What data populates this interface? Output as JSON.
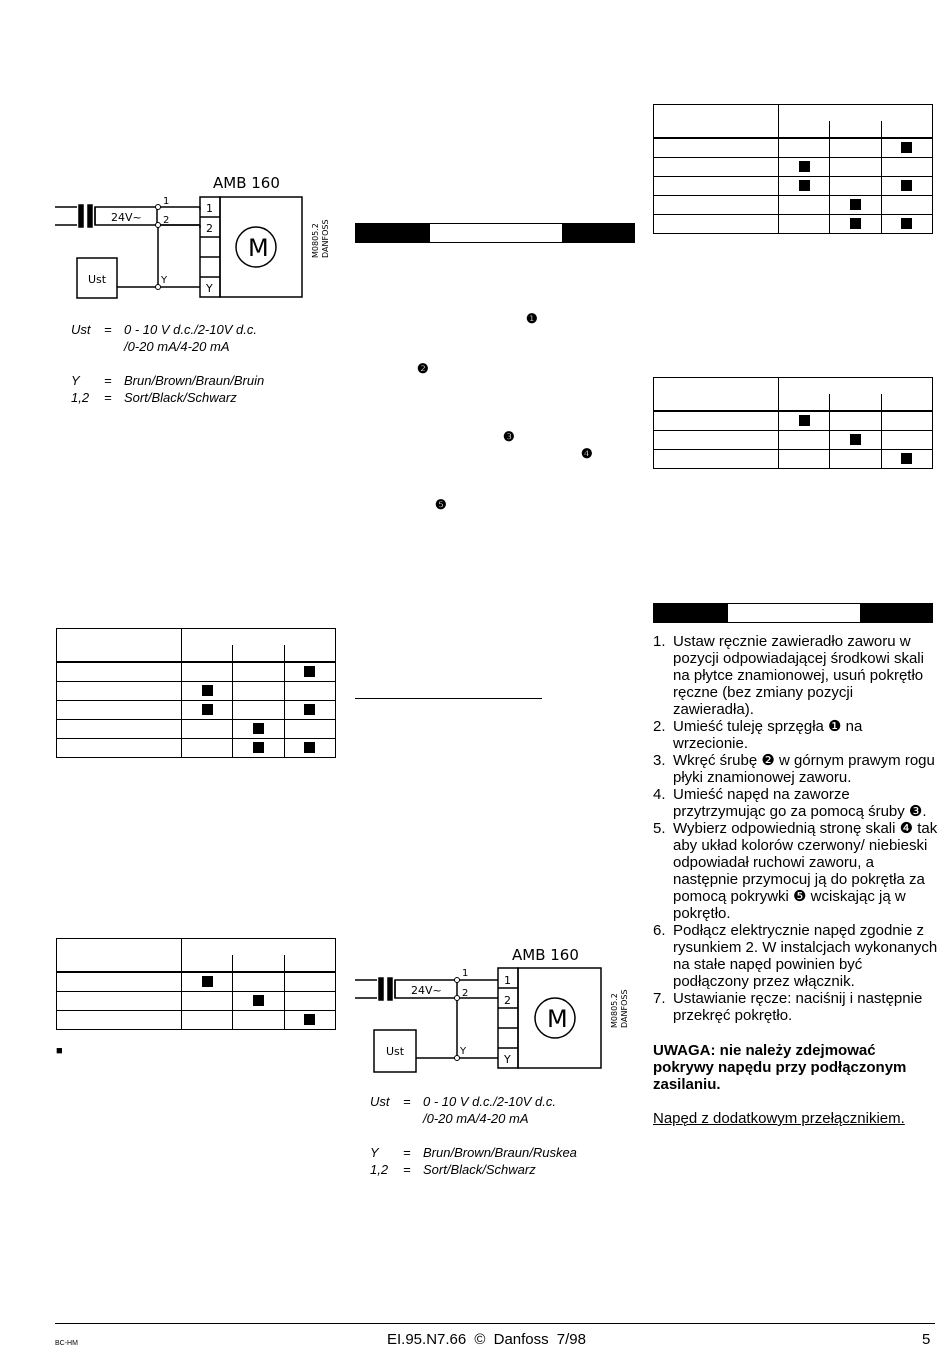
{
  "diagram": {
    "model": "AMB  160",
    "supply": "24V~",
    "controller": "Ust",
    "terminal_1": "1",
    "terminal_2": "2",
    "terminal_y": "Y",
    "wire_1": "1",
    "wire_2": "2",
    "wire_y": "Y",
    "motor": "M",
    "code": "M0805.2",
    "brand": "DANFOSS"
  },
  "legend_1": {
    "ust_key": "Ust",
    "ust_eq": "=",
    "ust_val": "0 - 10 V d.c./2-10V d.c.",
    "ust_val2": "/0-20 mA/4-20 mA",
    "y_key": "Y",
    "y_eq": "=",
    "y_val": "Brun/Brown/Braun/Bruin",
    "n_key": "1,2",
    "n_eq": "=",
    "n_val": "Sort/Black/Schwarz"
  },
  "legend_2": {
    "ust_key": "Ust",
    "ust_eq": "=",
    "ust_val": "0 - 10 V d.c./2-10V d.c.",
    "ust_val2": "/0-20 mA/4-20 mA",
    "y_key": "Y",
    "y_eq": "=",
    "y_val": "Brun/Brown/Braun/Ruskea",
    "n_key": "1,2",
    "n_eq": "=",
    "n_val": "Sort/Black/Schwarz"
  },
  "markers": {
    "m1": "❶",
    "m2": "❷",
    "m3": "❸",
    "m4": "❹",
    "m5": "❺"
  },
  "tables": {
    "dip5": [
      [
        false,
        false,
        true
      ],
      [
        true,
        false,
        false
      ],
      [
        true,
        false,
        true
      ],
      [
        false,
        true,
        false
      ],
      [
        false,
        true,
        true
      ]
    ],
    "dip3": [
      [
        true,
        false,
        false
      ],
      [
        false,
        true,
        false
      ],
      [
        false,
        false,
        true
      ]
    ]
  },
  "bullet": "■",
  "steps": [
    {
      "n": "1.",
      "text": "Ustaw ręcznie zawieradło zaworu w pozycji odpowiadającej środkowi skali na płytce znamionowej, usuń pokrętło ręczne (bez zmiany pozycji zawieradła)."
    },
    {
      "n": "2.",
      "text": "Umieść tuleję sprzęgła ❶ na wrzecionie."
    },
    {
      "n": "3.",
      "text": "Wkręć śrubę ❷ w górnym prawym rogu płyki znamionowej zaworu."
    },
    {
      "n": "4.",
      "text": "Umieść napęd na zaworze przytrzymując go za pomocą śruby ❸."
    },
    {
      "n": "5.",
      "text": "Wybierz odpowiednią stronę skali ❹ tak aby układ kolorów czerwony/ niebieski odpowiadał ruchowi zaworu, a następnie przymocuj ją do pokrętła za pomocą pokrywki ❺ wciskając ją w pokrętło."
    },
    {
      "n": "6.",
      "text": "Podłącz elektrycznie napęd zgodnie z rysunkiem 2. W instalcjach wykonanych na stałe napęd powinien być podłączony przez włącznik."
    },
    {
      "n": "7.",
      "text": "Ustawianie ręcze: naciśnij i następnie przekręć pokrętło."
    }
  ],
  "warning": "UWAGA: nie należy zdejmować pokrywy napędu przy podłączonym zasilaniu.",
  "link": "Napęd z dodatkowym przełącznikiem.",
  "footer": {
    "left": "BC-HM",
    "center": "EI.95.N7.66  ©  Danfoss 7/98",
    "page": "5"
  }
}
